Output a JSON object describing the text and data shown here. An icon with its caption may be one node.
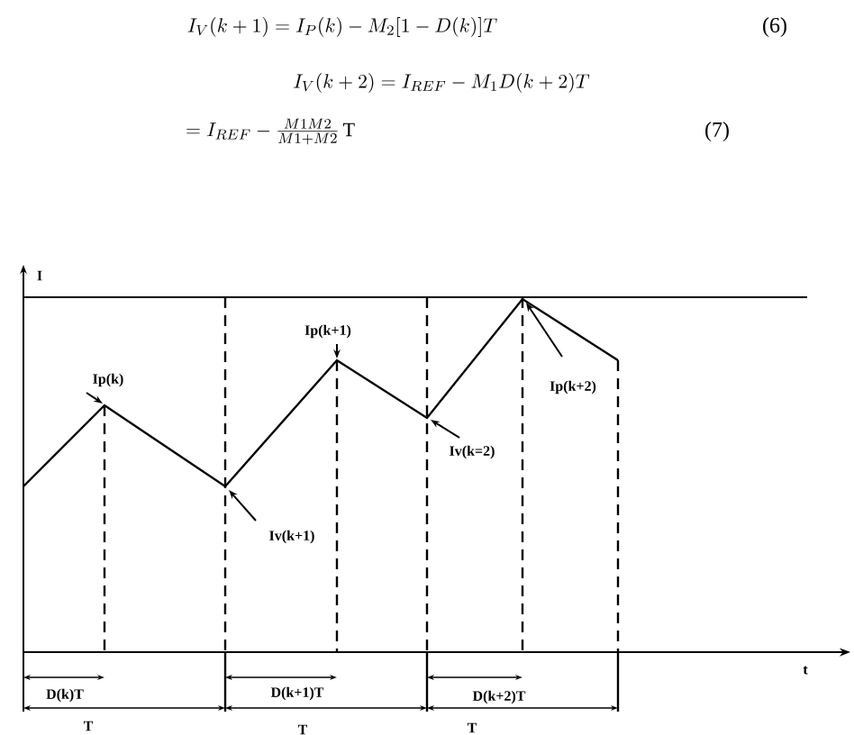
{
  "diagram": {
    "nodes": [
      {
        "text": [
          "Ip(k)"
        ]
      },
      {
        "text": [
          "Ip(k+1)"
        ]
      },
      {
        "text": [
          "Iv(k=2)"
        ]
      },
      {
        "text": [
          "Ip(k+2)"
        ]
      },
      {
        "text": [
          "Iv(k+1)"
        ]
      }
    ],
    "edges": [
      {
        "from": 0,
        "to": null,
        "arrow": "to"
      },
      {
        "from": 1,
        "to": null,
        "arrow": "to"
      },
      {
        "from": 2,
        "to": null,
        "arrow": "to"
      },
      {
        "from": 3,
        "to": null,
        "arrow": "to"
      },
      {
        "from": 4,
        "to": null,
        "arrow": "to"
      }
    ],
    "labels": [
      "I_V(k+1) = I_P(k) - M_2[1-D(k)]T",
      "(6)",
      "I_V(k+2) = I_{REF} - M_1 D(k+2)T",
      "= I_{REF} - \\frac{M1M2}{M1+M2}\\,\\mathrm{T}",
      "(7)",
      "I",
      "t",
      "D(k)T",
      "D(k+1)T",
      "D(k+2)T",
      "T",
      "T",
      "T"
    ]
  }
}
